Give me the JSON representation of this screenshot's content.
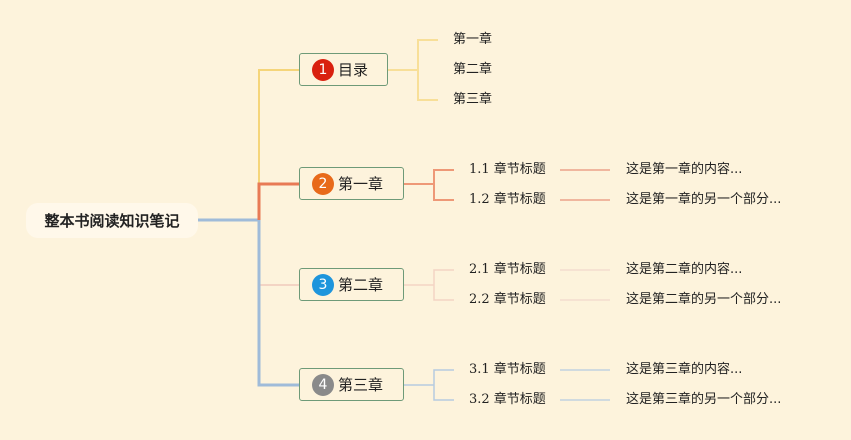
{
  "root": {
    "label": "整本书阅读知识笔记"
  },
  "colors": {
    "background": "#fdf3dc",
    "yellow": "#f5d57a",
    "orange": "#e87a55",
    "pink": "#f3d4c4",
    "blue": "#9fbbd9",
    "node_border": "#6e9a78"
  },
  "branches": [
    {
      "number": "1",
      "label": "目录",
      "badge_color": "#d9200f",
      "children": [
        {
          "title": "第一章"
        },
        {
          "title": "第二章"
        },
        {
          "title": "第三章"
        }
      ]
    },
    {
      "number": "2",
      "label": "第一章",
      "badge_color": "#e86a1a",
      "children": [
        {
          "title": "1.1 章节标题",
          "content": "这是第一章的内容..."
        },
        {
          "title": "1.2 章节标题",
          "content": "这是第一章的另一个部分..."
        }
      ]
    },
    {
      "number": "3",
      "label": "第二章",
      "badge_color": "#1e95dc",
      "children": [
        {
          "title": "2.1 章节标题",
          "content": "这是第二章的内容..."
        },
        {
          "title": "2.2 章节标题",
          "content": "这是第二章的另一个部分..."
        }
      ]
    },
    {
      "number": "4",
      "label": "第三章",
      "badge_color": "#8a8a8a",
      "children": [
        {
          "title": "3.1 章节标题",
          "content": "这是第三章的内容..."
        },
        {
          "title": "3.2 章节标题",
          "content": "这是第三章的另一个部分..."
        }
      ]
    }
  ]
}
